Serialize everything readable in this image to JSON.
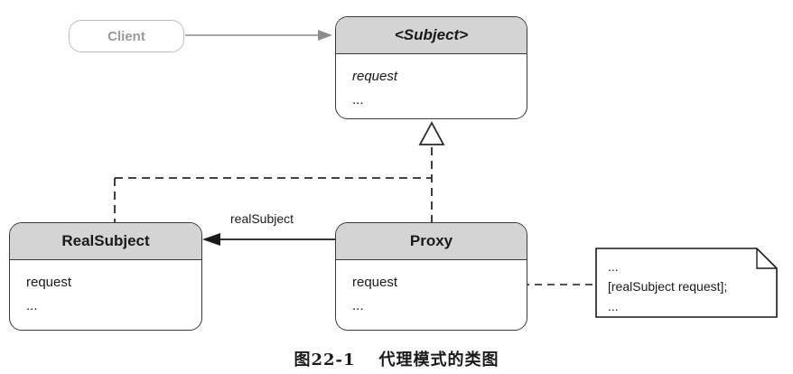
{
  "client": {
    "label": "Client"
  },
  "subject": {
    "name": "<Subject>",
    "ops": [
      "request",
      "..."
    ]
  },
  "real_subject": {
    "name": "RealSubject",
    "ops": [
      "request",
      "..."
    ]
  },
  "proxy": {
    "name": "Proxy",
    "ops": [
      "request",
      "..."
    ]
  },
  "association": {
    "label": "realSubject"
  },
  "note": {
    "lines": [
      "...",
      "[realSubject request];",
      "..."
    ]
  },
  "caption": {
    "number": "图22-1",
    "title": "代理模式的类图"
  },
  "colors": {
    "header_fill": "#d4d4d4",
    "line": "#3a3a3a",
    "client_gray": "#bdbdbd"
  }
}
